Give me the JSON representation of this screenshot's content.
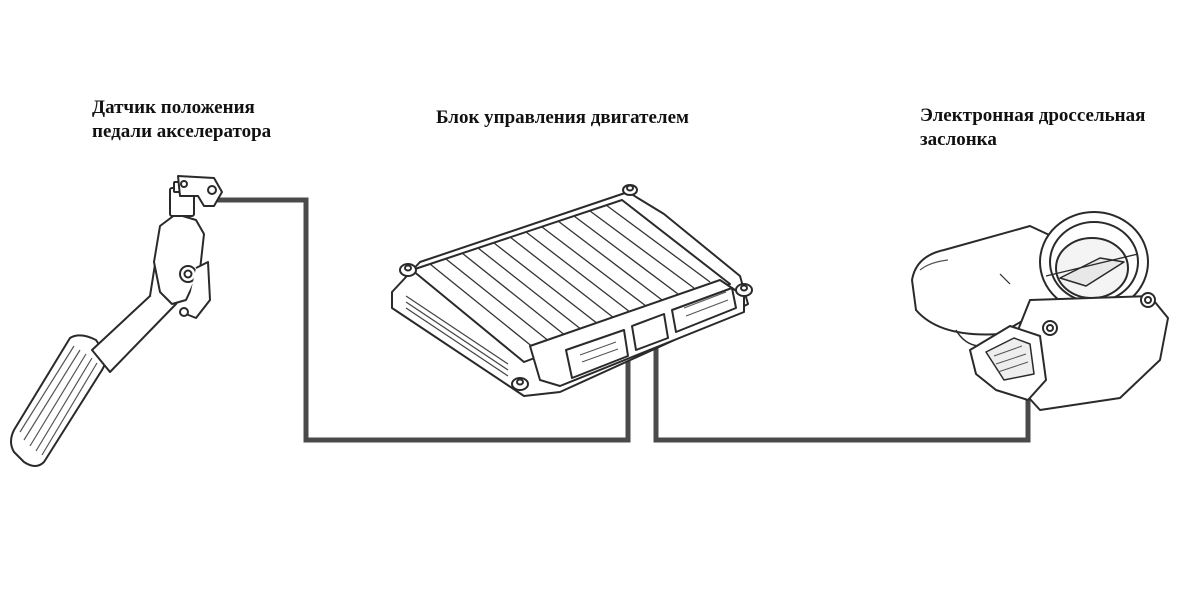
{
  "labels": {
    "pedal_line1": "Датчик положения",
    "pedal_line2": "педали акселератора",
    "ecu": "Блок управления двигателем",
    "throttle_line1": "Электронная дроссельная",
    "throttle_line2": "заслонка"
  },
  "colors": {
    "wire": "#4a4a4a",
    "outline": "#2a2a2a",
    "background": "#ffffff"
  }
}
